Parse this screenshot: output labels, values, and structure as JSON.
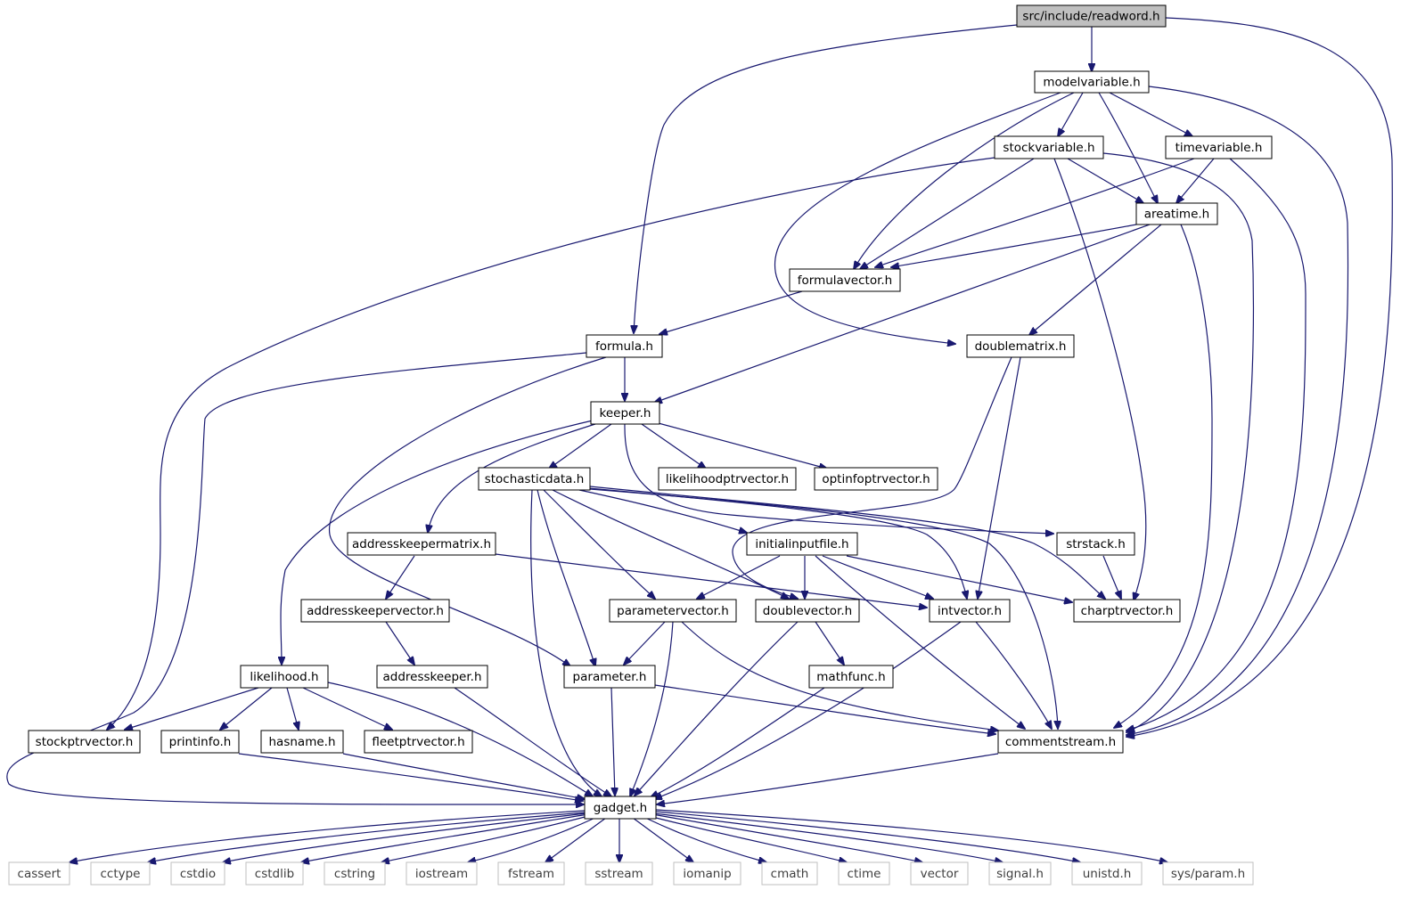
{
  "title": "src/include/readword.h",
  "colors": {
    "edge": "#191970",
    "node_border": "#000000",
    "root_fill": "#bfbfbf",
    "node_fill": "#ffffff",
    "system_border": "#bfbfbf",
    "system_text": "#3f3f3f"
  },
  "nodes": {
    "readword": "src/include/readword.h",
    "modelvariable": "modelvariable.h",
    "stockvariable": "stockvariable.h",
    "timevariable": "timevariable.h",
    "areatime": "areatime.h",
    "formulavector": "formulavector.h",
    "formula": "formula.h",
    "doublematrix": "doublematrix.h",
    "keeper": "keeper.h",
    "stochasticdata": "stochasticdata.h",
    "likelihoodptrvector": "likelihoodptrvector.h",
    "optinfoptrvector": "optinfoptrvector.h",
    "addresskeepermatrix": "addresskeepermatrix.h",
    "initialinputfile": "initialinputfile.h",
    "strstack": "strstack.h",
    "addresskeepervector": "addresskeepervector.h",
    "parametervector": "parametervector.h",
    "doublevector": "doublevector.h",
    "intvector": "intvector.h",
    "charptrvector": "charptrvector.h",
    "likelihood": "likelihood.h",
    "addresskeeper": "addresskeeper.h",
    "parameter": "parameter.h",
    "mathfunc": "mathfunc.h",
    "stockptrvector": "stockptrvector.h",
    "printinfo": "printinfo.h",
    "hasname": "hasname.h",
    "fleetptrvector": "fleetptrvector.h",
    "commentstream": "commentstream.h",
    "gadget": "gadget.h",
    "cassert": "cassert",
    "cctype": "cctype",
    "cstdio": "cstdio",
    "cstdlib": "cstdlib",
    "cstring": "cstring",
    "iostream": "iostream",
    "fstream": "fstream",
    "sstream": "sstream",
    "iomanip": "iomanip",
    "cmath": "cmath",
    "ctime": "ctime",
    "vector": "vector",
    "signal": "signal.h",
    "unistd": "unistd.h",
    "sysparam": "sys/param.h"
  }
}
